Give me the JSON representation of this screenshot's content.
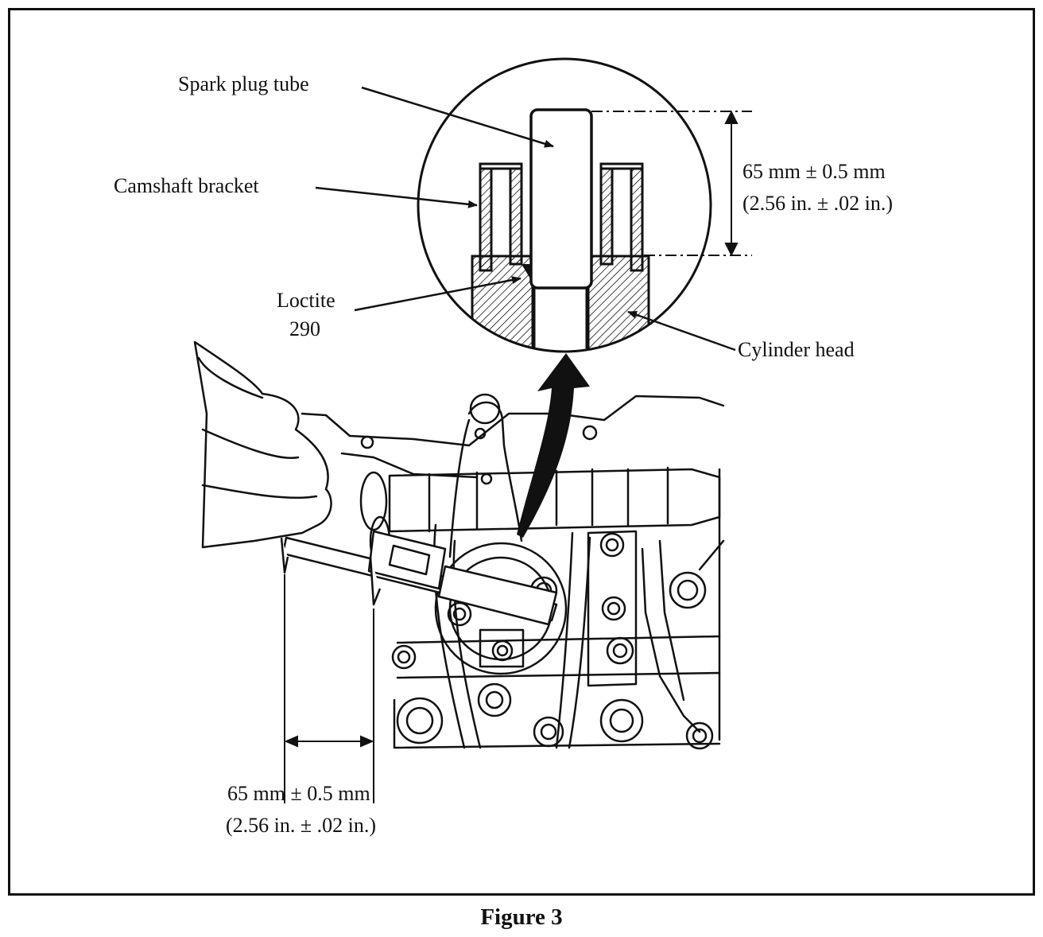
{
  "labels": {
    "spark_plug_tube": "Spark plug tube",
    "camshaft_bracket": "Camshaft bracket",
    "loctite_line1": "Loctite",
    "loctite_line2": "290",
    "cylinder_head": "Cylinder head"
  },
  "dimension_top": {
    "metric": "65 mm ± 0.5 mm",
    "imperial": "(2.56 in. ± .02 in.)"
  },
  "dimension_bottom": {
    "metric": "65 mm ± 0.5 mm",
    "imperial": "(2.56 in. ± .02 in.)"
  },
  "caption": "Figure 3"
}
